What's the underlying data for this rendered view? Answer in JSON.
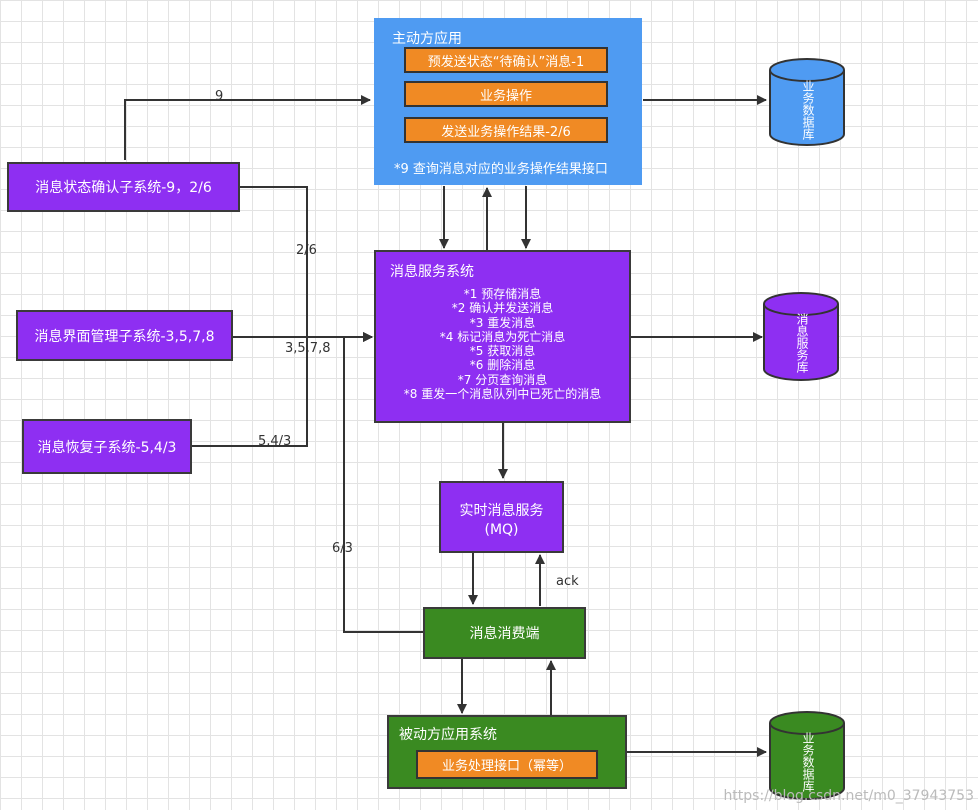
{
  "active_app": {
    "title": "主动方应用",
    "steps": [
      "预发送状态“待确认”消息-1",
      "业务操作",
      "发送业务操作结果-2/6"
    ],
    "note": "*9 查询消息对应的业务操作结果接口"
  },
  "db_business_top": "业务数据库",
  "msg_service": {
    "title": "消息服务系统",
    "items": [
      "*1 预存储消息",
      "*2 确认并发送消息",
      "*3 重发消息",
      "*4 标记消息为死亡消息",
      "*5 获取消息",
      "*6 删除消息",
      "*7 分页查询消息",
      "*8 重发一个消息队列中已死亡的消息"
    ]
  },
  "db_msg_service": "消息服务库",
  "status_confirm": "消息状态确认子系统-9，2/6",
  "ui_manage": "消息界面管理子系统-3,5,7,8",
  "recovery": "消息恢复子系统-5,4/3",
  "realtime": {
    "line1": "实时消息服务",
    "line2": "(MQ)"
  },
  "consumer": "消息消费端",
  "passive_app": {
    "title": "被动方应用系统",
    "api": "业务处理接口（幂等）"
  },
  "db_business_bottom": "业务数据库",
  "edge_labels": {
    "e9": "9",
    "e26": "2/6",
    "e3578": "3,5,7,8",
    "e543": "5,4/3",
    "e63": "6/3",
    "ack": "ack"
  },
  "watermark": "https://blog.csdn.net/m0_37943753",
  "colors": {
    "blue": "#4f9bf2",
    "purple": "#8e2ff2",
    "green": "#3a8a21",
    "orange": "#f08a24"
  }
}
